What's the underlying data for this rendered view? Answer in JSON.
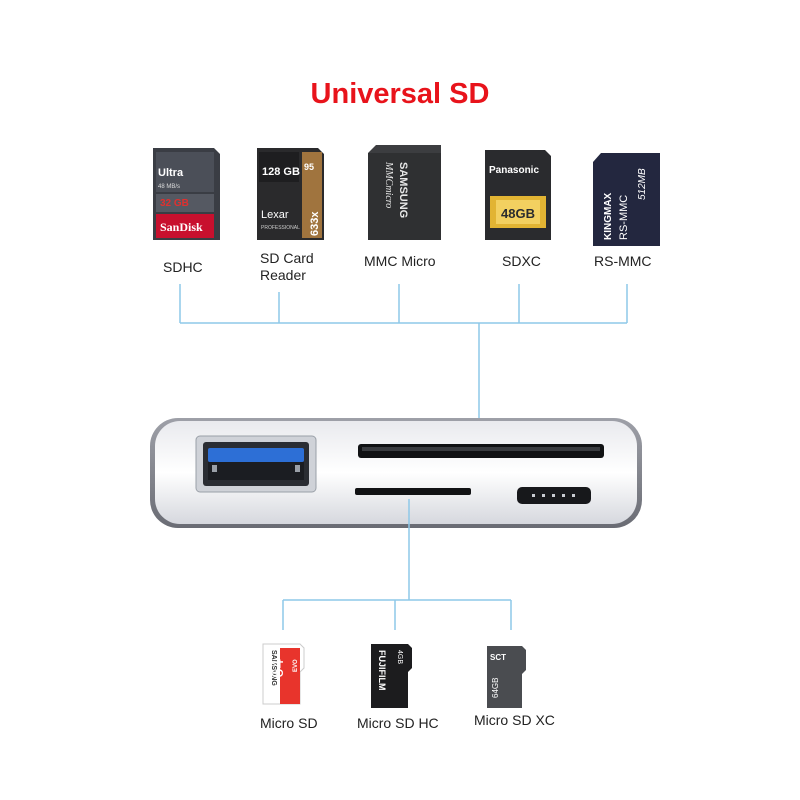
{
  "title": "Universal SD",
  "colors": {
    "title": "#e8131b",
    "connector": "#8ec8e8"
  },
  "top_cards": [
    {
      "label": "SDHC",
      "brand": "SanDisk",
      "line": "Ultra",
      "capacity": "32 GB",
      "speed": "48 MB/s"
    },
    {
      "label": "SD Card\nReader",
      "brand": "Lexar",
      "capacity": "128 GB",
      "speed_class": "633x",
      "line": "PROFESSIONAL",
      "rate": "95"
    },
    {
      "label": "MMC Micro",
      "brand": "SAMSUNG",
      "line": "MMCmicro"
    },
    {
      "label": "SDXC",
      "brand": "Panasonic",
      "capacity": "48GB"
    },
    {
      "label": "RS-MMC",
      "brand": "KINGMAX",
      "line": "RS-MMC",
      "capacity": "512MB"
    }
  ],
  "bottom_cards": [
    {
      "label": "Micro SD",
      "brand": "SAMSUNG",
      "capacity": "64",
      "line": "EVO"
    },
    {
      "label": "Micro SD HC",
      "brand": "FUJIFILM",
      "capacity": "4GB"
    },
    {
      "label": "Micro SD XC",
      "brand": "SCT",
      "capacity": "64GB"
    }
  ]
}
